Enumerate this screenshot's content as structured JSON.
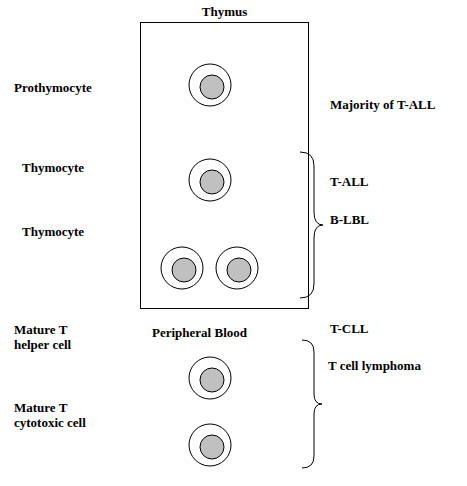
{
  "diagram": {
    "nodes": [
      {
        "text": [
          "Thymus"
        ]
      }
    ],
    "labels": [
      "Prothymocyte",
      "Majority of T-ALL",
      "Thymocyte",
      "T-ALL",
      "Thymocyte",
      "B-LBL",
      "Mature T helper cell",
      "Peripheral Blood",
      "T-CLL",
      "T cell lymphoma",
      "Mature T cytotoxic cell"
    ]
  }
}
